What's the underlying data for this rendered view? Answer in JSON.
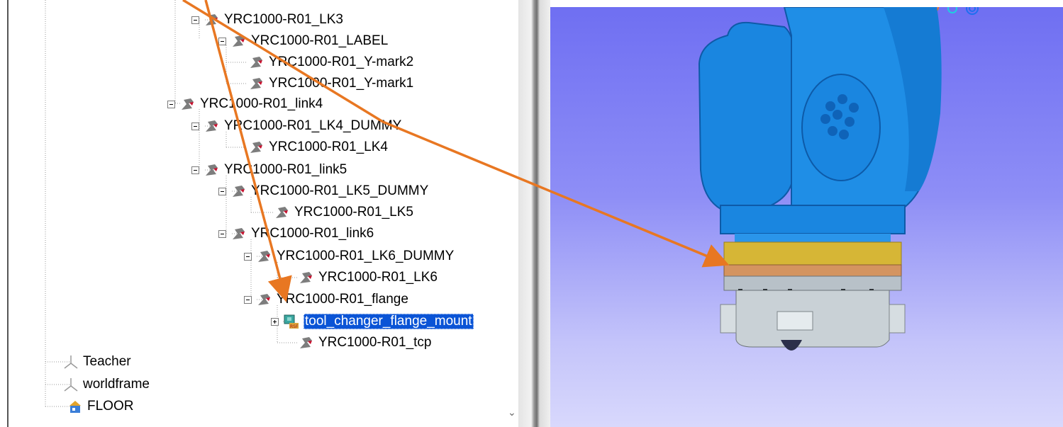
{
  "tree": {
    "nodes": [
      {
        "label": "YRC1000-R01_LK3"
      },
      {
        "label": "YRC1000-R01_LABEL"
      },
      {
        "label": "YRC1000-R01_Y-mark2"
      },
      {
        "label": "YRC1000-R01_Y-mark1"
      },
      {
        "label": "YRC1000-R01_link4"
      },
      {
        "label": "YRC1000-R01_LK4_DUMMY"
      },
      {
        "label": "YRC1000-R01_LK4"
      },
      {
        "label": "YRC1000-R01_link5"
      },
      {
        "label": "YRC1000-R01_LK5_DUMMY"
      },
      {
        "label": "YRC1000-R01_LK5"
      },
      {
        "label": "YRC1000-R01_link6"
      },
      {
        "label": "YRC1000-R01_LK6_DUMMY"
      },
      {
        "label": "YRC1000-R01_LK6"
      },
      {
        "label": "YRC1000-R01_flange"
      },
      {
        "label": "tool_changer_flange_mount"
      },
      {
        "label": "YRC1000-R01_tcp"
      },
      {
        "label": "Teacher"
      },
      {
        "label": "worldframe"
      },
      {
        "label": "FLOOR"
      }
    ],
    "selected": "tool_changer_flange_mount"
  },
  "scrollbar": {
    "down_arrow": "⌄"
  },
  "colors": {
    "selection": "#0a54d6",
    "annotation_arrow": "#e87722",
    "robot_body": "#1a86e0",
    "viewport_top": "#6f6ff2",
    "viewport_bottom": "#d8d8fc"
  },
  "icons": {
    "link": "robot-link-icon",
    "tool": "tool-assembly-icon",
    "frame": "frame-axes-icon",
    "floor": "floor-object-icon"
  }
}
